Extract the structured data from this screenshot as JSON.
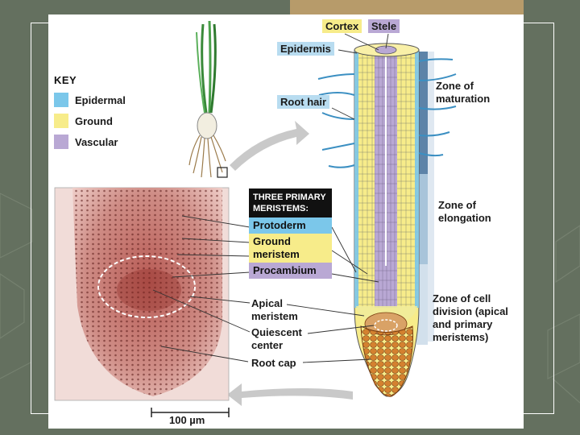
{
  "colors": {
    "epidermal": "#7bc7ea",
    "ground": "#f7ec8a",
    "vascular": "#b9a8d4",
    "background": "#64705f",
    "accent_tab": "#b79b6a"
  },
  "key": {
    "title": "KEY",
    "items": [
      {
        "label": "Epidermal",
        "color": "#7bc7ea"
      },
      {
        "label": "Ground",
        "color": "#f7ec8a"
      },
      {
        "label": "Vascular",
        "color": "#b9a8d4"
      }
    ]
  },
  "labels": {
    "cortex": "Cortex",
    "stele": "Stele",
    "epidermis": "Epidermis",
    "root_hair": "Root hair",
    "zone_maturation": [
      "Zone of",
      "maturation"
    ],
    "zone_elongation": [
      "Zone of",
      "elongation"
    ],
    "zone_division": [
      "Zone of cell",
      "division (apical",
      "and primary",
      "meristems)"
    ],
    "apical_meristem": [
      "Apical",
      "meristem"
    ],
    "quiescent_center": [
      "Quiescent",
      "center"
    ],
    "root_cap": "Root cap",
    "scale_bar": "100 µm"
  },
  "meristems": {
    "title_line1": "THREE PRIMARY",
    "title_line2": "MERISTEMS:",
    "items": [
      {
        "label": "Protoderm",
        "color": "#7bc7ea"
      },
      {
        "label": "Ground meristem",
        "color": "#f7ec8a"
      },
      {
        "label": "Procambium",
        "color": "#b9a8d4"
      }
    ]
  }
}
